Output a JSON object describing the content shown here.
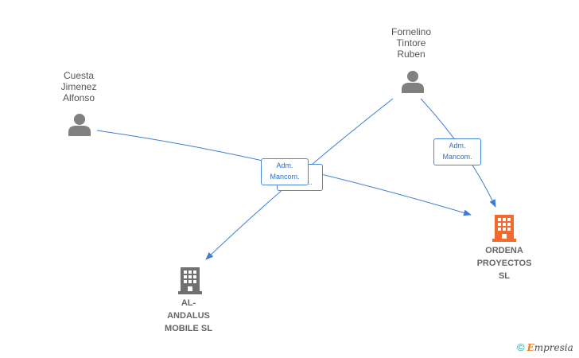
{
  "persons": [
    {
      "id": "fornelino",
      "lines": [
        "Fornelino",
        "Tintore",
        "Ruben"
      ]
    },
    {
      "id": "cuesta",
      "lines": [
        "Cuesta",
        "Jimenez",
        "Alfonso"
      ]
    }
  ],
  "companies": [
    {
      "id": "ordena",
      "lines": [
        "ORDENA",
        "PROYECTOS",
        "SL"
      ],
      "color": "#f26a2e"
    },
    {
      "id": "alandalus",
      "lines": [
        "AL-",
        "ANDALUS",
        "MOBILE  SL"
      ],
      "color": "#707070"
    }
  ],
  "edge_labels": {
    "fornelino_ordena": [
      "Adm.",
      "Mancom."
    ],
    "cuesta_ordena": [
      "Adm.",
      "Mancom."
    ],
    "fornelino_alandalus_partial": "Direct..."
  },
  "colors": {
    "edge": "#3b7fd4",
    "person": "#808080"
  },
  "footer": {
    "copyright": "©",
    "brand_initial": "E",
    "brand_rest": "mpresia"
  }
}
